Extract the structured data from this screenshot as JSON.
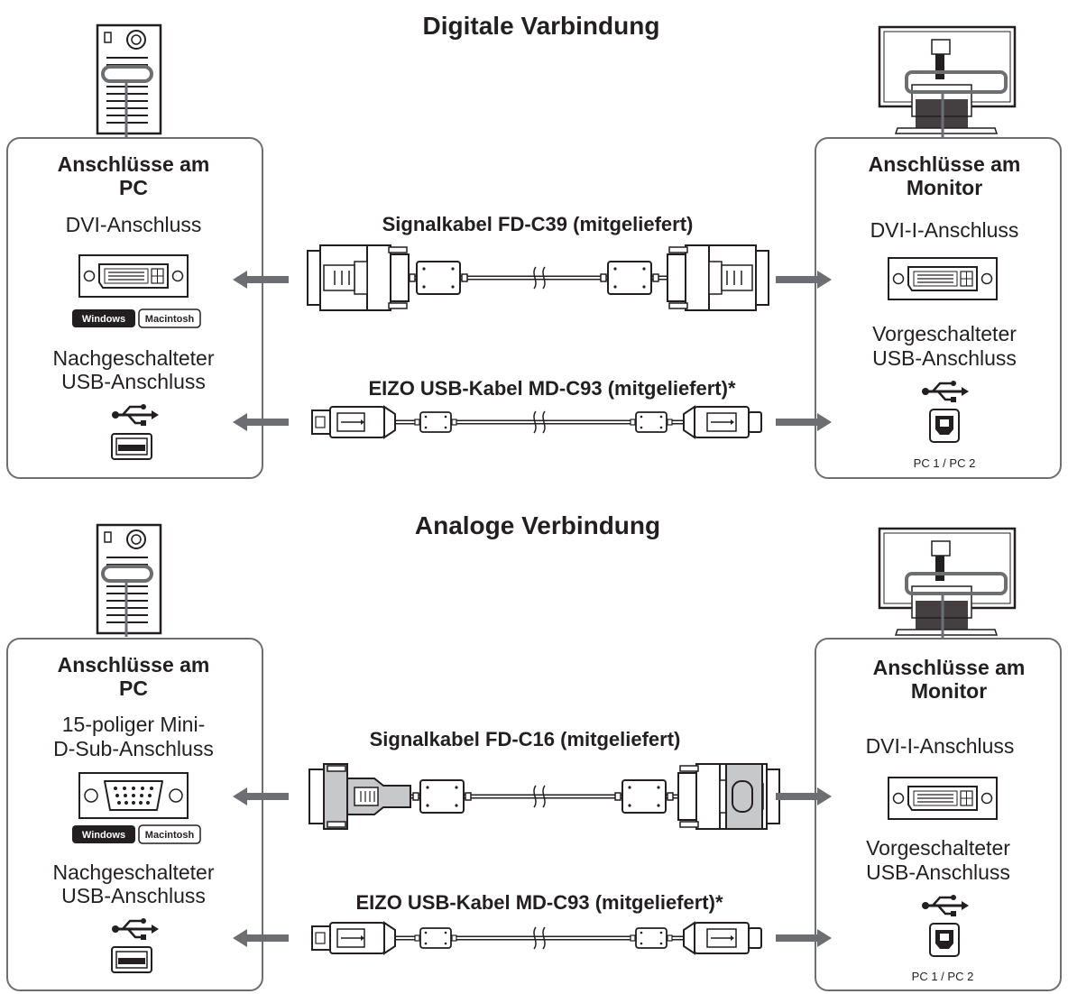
{
  "sections": [
    {
      "title": "Digitale Varbindung",
      "pc_panel": {
        "heading": [
          "Anschlüsse am",
          "PC"
        ],
        "video_port": [
          "DVI-Anschluss"
        ],
        "os_badges": [
          "Windows",
          "Macintosh"
        ],
        "usb_port": [
          "Nachgeschalteter",
          "USB-Anschluss"
        ]
      },
      "monitor_panel": {
        "heading": [
          "Anschlüsse am",
          "Monitor"
        ],
        "video_port": [
          "DVI-I-Anschluss"
        ],
        "usb_port": [
          "Vorgeschalteter",
          "USB-Anschluss"
        ],
        "usb_caption": "PC 1 / PC 2"
      },
      "signal_cable": "Signalkabel FD-C39 (mitgeliefert)",
      "usb_cable": "EIZO USB-Kabel MD-C93 (mitgeliefert)*"
    },
    {
      "title": "Analoge Verbindung",
      "pc_panel": {
        "heading": [
          "Anschlüsse am",
          "PC"
        ],
        "video_port": [
          "15-poliger Mini-",
          "D-Sub-Anschluss"
        ],
        "os_badges": [
          "Windows",
          "Macintosh"
        ],
        "usb_port": [
          "Nachgeschalteter",
          "USB-Anschluss"
        ]
      },
      "monitor_panel": {
        "heading": [
          "Anschlüsse am",
          "Monitor"
        ],
        "video_port": [
          "DVI-I-Anschluss"
        ],
        "usb_port": [
          "Vorgeschalteter",
          "USB-Anschluss"
        ],
        "usb_caption": "PC 1 / PC 2"
      },
      "signal_cable": "Signalkabel FD-C16 (mitgeliefert)",
      "usb_cable": "EIZO USB-Kabel MD-C93 (mitgeliefert)*"
    }
  ]
}
